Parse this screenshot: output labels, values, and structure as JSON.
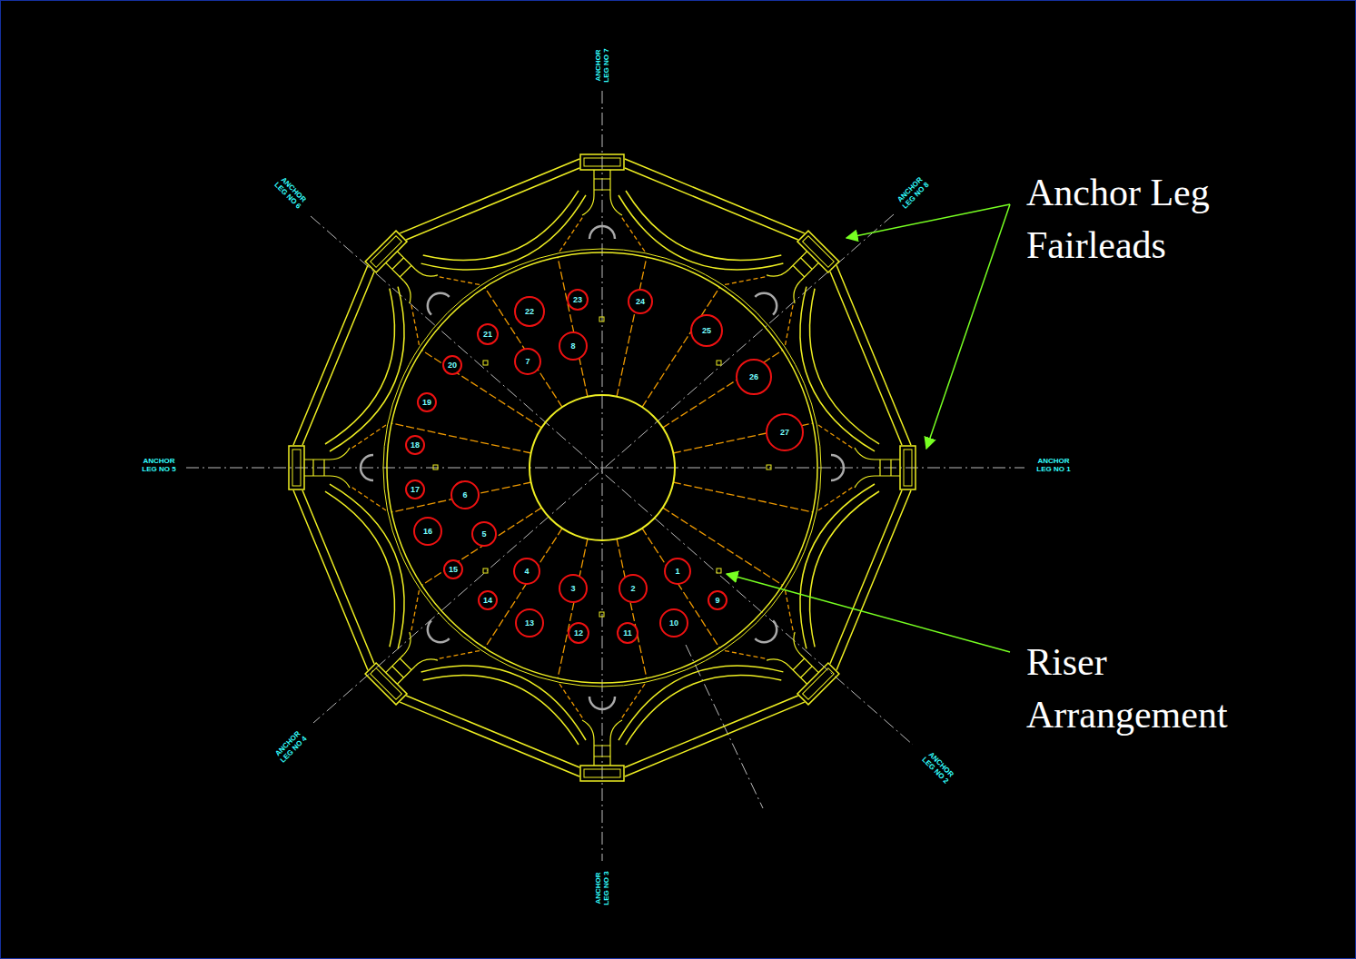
{
  "diagram": {
    "nodes": [
      {
        "text": [
          "22"
        ]
      },
      {
        "text": [
          "23"
        ]
      },
      {
        "text": [
          "24"
        ]
      },
      {
        "text": [
          "25"
        ]
      },
      {
        "text": [
          "21"
        ]
      },
      {
        "text": [
          "8"
        ]
      },
      {
        "text": [
          "7"
        ]
      },
      {
        "text": [
          "26"
        ]
      },
      {
        "text": [
          "20"
        ]
      },
      {
        "text": [
          "19"
        ]
      },
      {
        "text": [
          "27"
        ]
      },
      {
        "text": [
          "18"
        ]
      },
      {
        "text": [
          "17"
        ]
      },
      {
        "text": [
          "6"
        ]
      },
      {
        "text": [
          "16"
        ]
      },
      {
        "text": [
          "5"
        ]
      },
      {
        "text": [
          "15"
        ]
      },
      {
        "text": [
          "4"
        ]
      },
      {
        "text": [
          "3"
        ]
      },
      {
        "text": [
          "2"
        ]
      },
      {
        "text": [
          "1"
        ]
      },
      {
        "text": [
          "14"
        ]
      },
      {
        "text": [
          "9"
        ]
      },
      {
        "text": [
          "13"
        ]
      },
      {
        "text": [
          "12"
        ]
      },
      {
        "text": [
          "11"
        ]
      },
      {
        "text": [
          "10"
        ]
      }
    ],
    "labels": [
      "ANCHOR LEG NO 7",
      "Anchor Leg Fairleads",
      "ANCHOR LEG NO 6",
      "ANCHOR LEG NO 8",
      "ANCHOR LEG NO 5",
      "ANCHOR LEG NO 1",
      "Riser Arrangement",
      "ANCHOR LEG NO 4",
      "ANCHOR LEG NO 2",
      "ANCHOR LEG NO 3"
    ]
  }
}
